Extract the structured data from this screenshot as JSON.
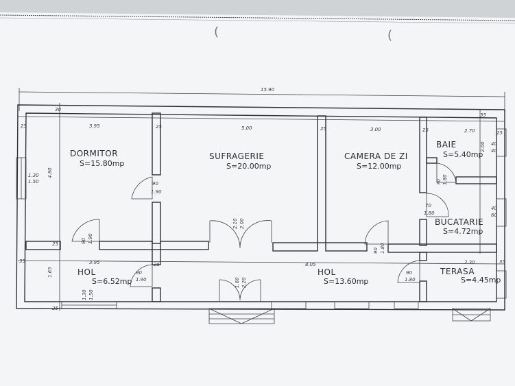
{
  "plan": {
    "overall_width": "15.90",
    "rooms": {
      "dormitor": {
        "name": "DORMITOR",
        "area": "S=15.80mp"
      },
      "sufragerie": {
        "name": "SUFRAGERIE",
        "area": "S=20.00mp"
      },
      "camera_de_zi": {
        "name": "CAMERA DE ZI",
        "area": "S=12.00mp"
      },
      "baie": {
        "name": "BAIE",
        "area": "S=5.40mp"
      },
      "bucatarie": {
        "name": "BUCATARIE",
        "area": "S=4.72mp"
      },
      "hol_small": {
        "name": "HOL",
        "area": "S=6.52mp"
      },
      "hol_large": {
        "name": "HOL",
        "area": "S=13.60mp"
      },
      "terasa": {
        "name": "TERASA",
        "area": "S=4.45mp"
      }
    },
    "dims": {
      "dormitor_w": "3.95",
      "sufragerie_w": "5.00",
      "camera_w": "3.00",
      "baie_w": "2.70",
      "hol_small_w": "3.95",
      "hol_large_w": "8.05",
      "terasa_w": "2.30",
      "wall_25": "25",
      "wall_35": "35",
      "wall_30": "30",
      "dormitor_h": "4.80",
      "hol_h": "1.65",
      "baie_h": "2.00",
      "window_w1": "1.30",
      "window_w2": "1.50",
      "door_d1_a": "90",
      "door_d1_b": "1.90",
      "door_hol_a": "90",
      "door_hol_b": "1.90",
      "door_buc_a": "70",
      "door_buc_b": "1.80",
      "door_ter_a": "90",
      "door_ter_b": "1.80",
      "w_bucatarie_a": "40",
      "w_bucatarie_b": "60",
      "w_baie_a": "40",
      "w_baie_b": "40",
      "entrance_a": "1.60",
      "entrance_b": "2.20",
      "double_door_a": "2.10",
      "double_door_b": "2.00"
    }
  }
}
